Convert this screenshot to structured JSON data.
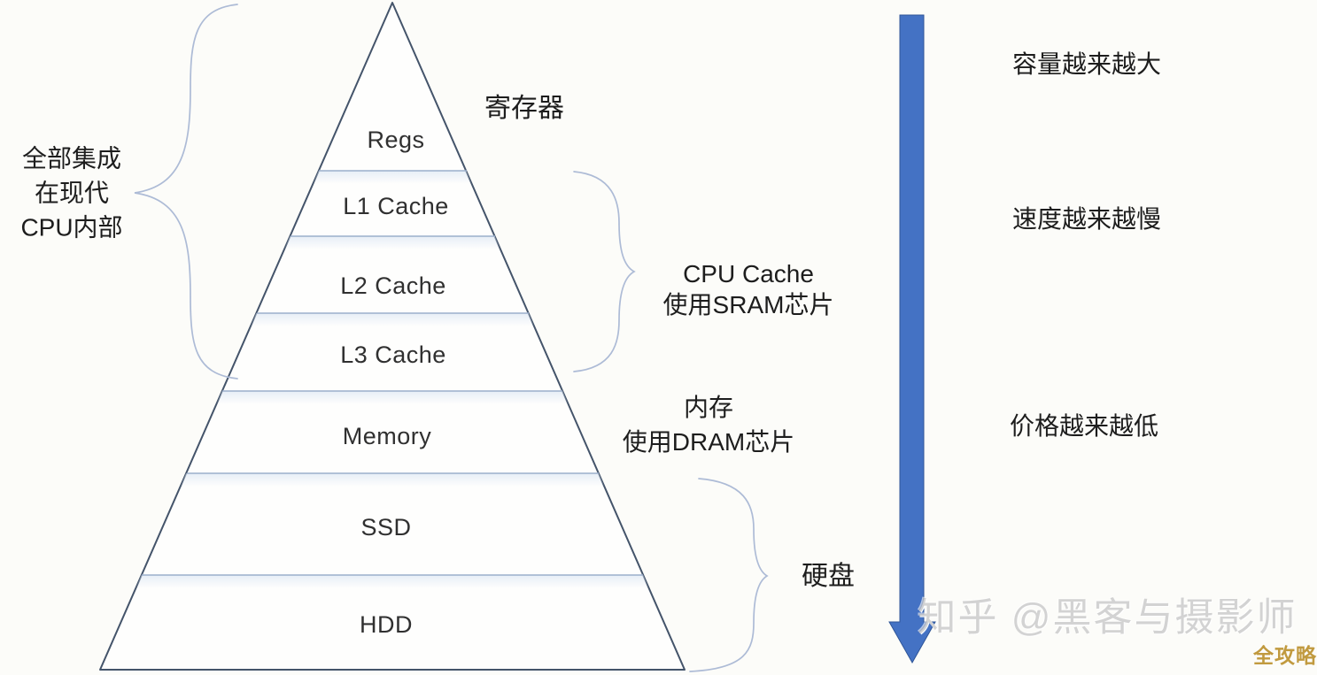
{
  "pyramid": {
    "layers": [
      {
        "label": "Regs"
      },
      {
        "label": "L1 Cache"
      },
      {
        "label": "L2 Cache"
      },
      {
        "label": "L3 Cache"
      },
      {
        "label": "Memory"
      },
      {
        "label": "SSD"
      },
      {
        "label": "HDD"
      }
    ]
  },
  "callouts": {
    "register": {
      "label": "寄存器"
    },
    "integrated": {
      "lines": [
        "全部集成",
        "在现代",
        "CPU内部"
      ]
    },
    "cpu_cache": {
      "lines": [
        "CPU Cache",
        "使用SRAM芯片"
      ]
    },
    "main_memory": {
      "lines": [
        "内存",
        "使用DRAM芯片"
      ]
    },
    "disk": {
      "label": "硬盘"
    }
  },
  "trend_labels": {
    "capacity": "容量越来越大",
    "speed": "速度越来越慢",
    "price": "价格越来越低"
  },
  "watermark": {
    "author": "知乎 @黑客与摄影师",
    "badge": "全攻略"
  },
  "colors": {
    "arrow_fill": "#4472C4",
    "arrow_edge": "#2F5597",
    "pyramid_outline": "#44546A",
    "divider": "#9BAFCC",
    "brace": "#ADBBD6",
    "pyramid_fill": "#FEFEFD"
  }
}
